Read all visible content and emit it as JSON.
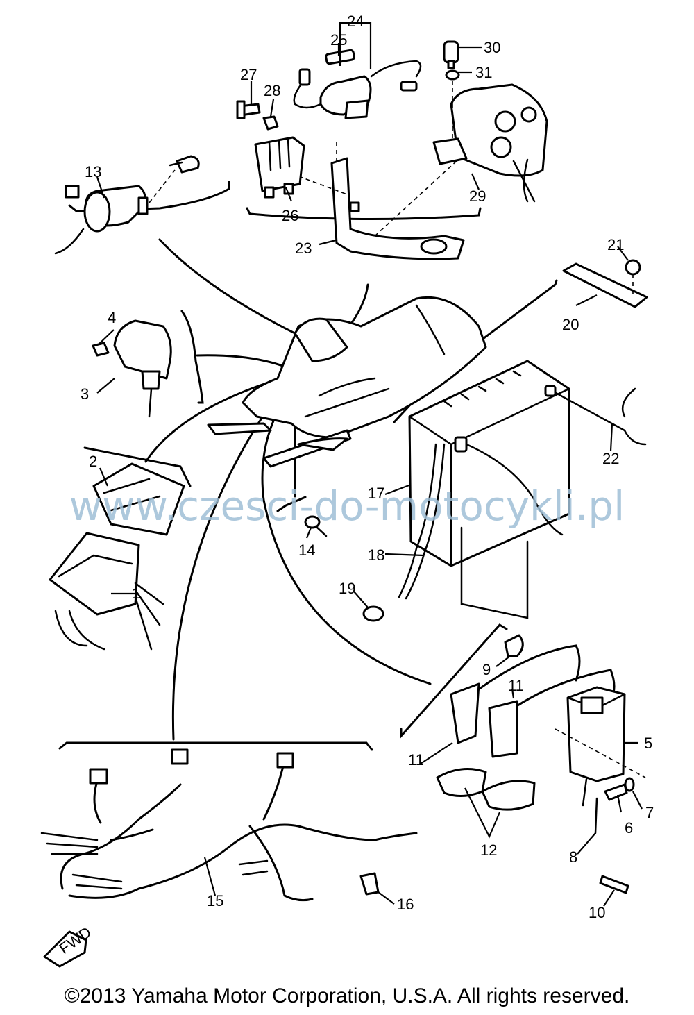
{
  "callouts": [
    "1",
    "2",
    "3",
    "4",
    "5",
    "6",
    "7",
    "8",
    "9",
    "10",
    "11",
    "11",
    "12",
    "13",
    "14",
    "15",
    "16",
    "17",
    "18",
    "19",
    "20",
    "21",
    "22",
    "23",
    "24",
    "25",
    "26",
    "27",
    "28",
    "29",
    "30",
    "31"
  ],
  "fwd_label": "FWD",
  "watermark": "www.czesci-do-motocykli.pl",
  "copyright": "©2013 Yamaha Motor Corporation, U.S.A. All rights reserved."
}
